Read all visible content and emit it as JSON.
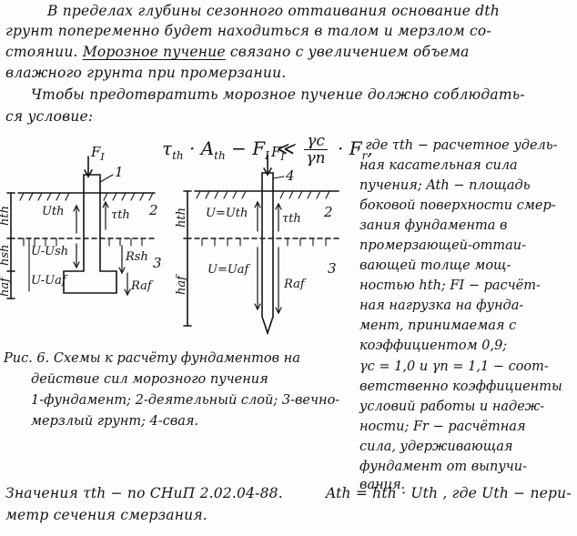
{
  "paragraph": {
    "line1": "В пределах глубины сезонного оттаивания основание dth",
    "line2": "грунт попеременно будет находиться в талом и мерзлом со-",
    "line3": "стоянии.",
    "line3_underlined": "Морозное пучение",
    "line3_rest": "связано с увеличением объема",
    "line4": "влажного грунта при промерзании.",
    "line5": "Чтобы предотвратить морозное пучение должно соблюдать-",
    "line6": "ся условие:"
  },
  "formula": {
    "tau": "τ",
    "tau_sub": "th",
    "dot1": "·",
    "A": "A",
    "A_sub": "th",
    "minus": "−",
    "F": "F",
    "F_sub": "I",
    "leq": "≪",
    "num": "γc",
    "den": "γn",
    "dot2": "·",
    "Fr": "F",
    "Fr_sub": "r",
    "comma": ","
  },
  "definition": {
    "l1": ", где τth − расчетное удель-",
    "l2": "ная касательная сила",
    "l3": "пучения; Ath − площадь",
    "l4": "боковой поверхности смер-",
    "l5": "зания фундамента в",
    "l6": "промерзающей-оттаи-",
    "l7": "вающей толще мощ-",
    "l8": "ностью hth; FI − расчёт-",
    "l9": "ная нагрузка на фунда-",
    "l10": "мент, принимаемая с",
    "l11": "коэффициентом 0,9;",
    "l12": "γc = 1,0 и γn = 1,1 − соот-",
    "l13": "ветственно коэффициенты",
    "l14": "условий работы и надеж-",
    "l15": "ности; Fr − расчётная",
    "l16": "сила, удерживающая",
    "l17": "фундамент от выпучи-",
    "l18": "вания."
  },
  "figure": {
    "left": {
      "load": "F",
      "load_sub": "I",
      "n1": "1",
      "n2": "2",
      "n3": "3",
      "hth": "hth",
      "hsh": "hsh",
      "haf": "haf",
      "uth": "Uth",
      "tauth": "τth",
      "u_ush": "U-Ush",
      "u_uaf": "U-Uaf",
      "rsh": "Rsh",
      "raf": "Raf"
    },
    "right": {
      "load": "F",
      "load_sub": "I",
      "n4": "4",
      "n2": "2",
      "n3": "3",
      "hth": "hth",
      "haf": "haf",
      "u_uth": "U=Uth",
      "tauth": "τth",
      "u_uaf": "U=Uaf",
      "raf": "Raf"
    }
  },
  "caption": {
    "l1": "Рис. 6. Схемы к расчёту фундаментов на",
    "l2": "действие сил морозного пучения",
    "l3": "1-фундамент; 2-деятельный слой; 3-вечно-",
    "l4": "мерзлый грунт; 4-свая."
  },
  "footer": {
    "l1a": "Значения τth − по СНиП 2.02.04-88.",
    "l1b": "Ath = hth · Uth , где Uth − пери-",
    "l2": "метр сечения смерзания."
  },
  "colors": {
    "ink": "#141414",
    "paper": "#fdfdfb"
  }
}
